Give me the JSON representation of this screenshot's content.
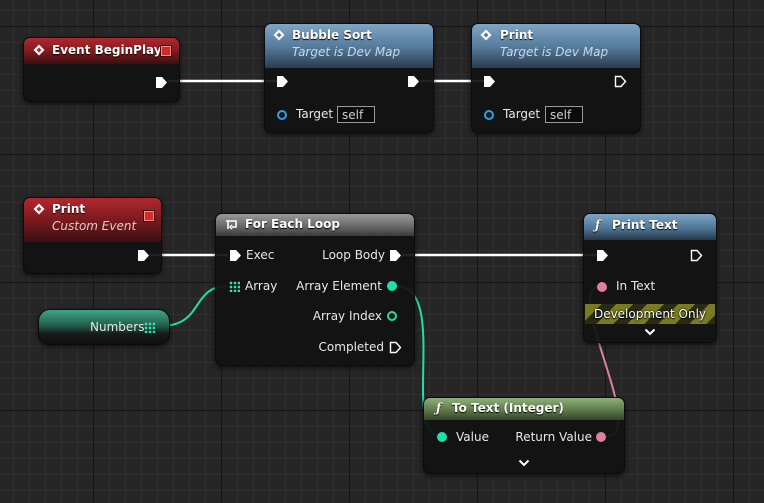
{
  "nodes": {
    "event_begin_play": {
      "title": "Event BeginPlay"
    },
    "bubble_sort": {
      "title": "Bubble Sort",
      "subtitle": "Target is Dev Map",
      "target_label": "Target",
      "target_value": "self"
    },
    "print_call": {
      "title": "Print",
      "subtitle": "Target is Dev Map",
      "target_label": "Target",
      "target_value": "self"
    },
    "print_event": {
      "title": "Print",
      "subtitle": "Custom Event"
    },
    "for_each_loop": {
      "title": "For Each Loop",
      "exec_label": "Exec",
      "array_label": "Array",
      "loop_body_label": "Loop Body",
      "array_element_label": "Array Element",
      "array_index_label": "Array Index",
      "completed_label": "Completed"
    },
    "print_text": {
      "title": "Print Text",
      "in_text_label": "In Text",
      "dev_only_label": "Development Only"
    },
    "to_text": {
      "title": "To Text (Integer)",
      "value_label": "Value",
      "return_value_label": "Return Value"
    },
    "numbers": {
      "label": "Numbers"
    }
  },
  "colors": {
    "exec_wire": "#ffffff",
    "integer_pin": "#1edfa8",
    "text_pin": "#e07ea4",
    "event_header": "#b0292f",
    "function_header": "#577d9e",
    "pure_header": "#5d7a4a",
    "object_pin": "#2aa3e6"
  }
}
